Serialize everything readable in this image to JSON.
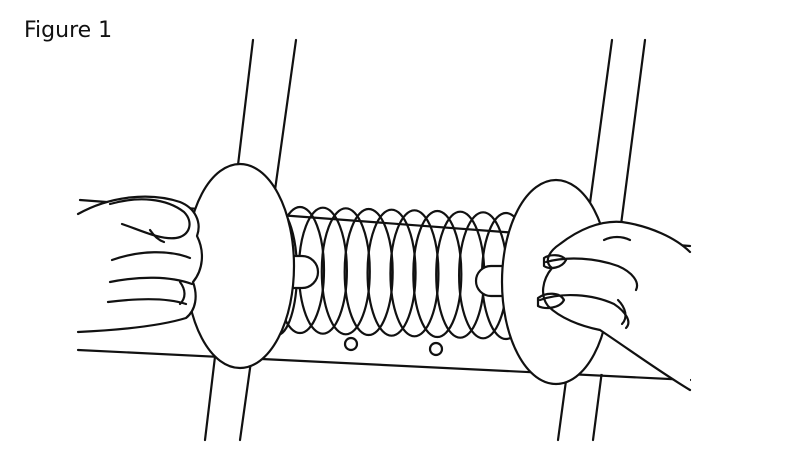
{
  "figure": {
    "label": "Figure 1"
  },
  "illustration": {
    "subject": "hands-compressing-coil-spring-between-two-discs-on-track",
    "stroke_color": "#111111",
    "background_color": "#ffffff",
    "coil_turns": 10,
    "track_holes": 2
  }
}
